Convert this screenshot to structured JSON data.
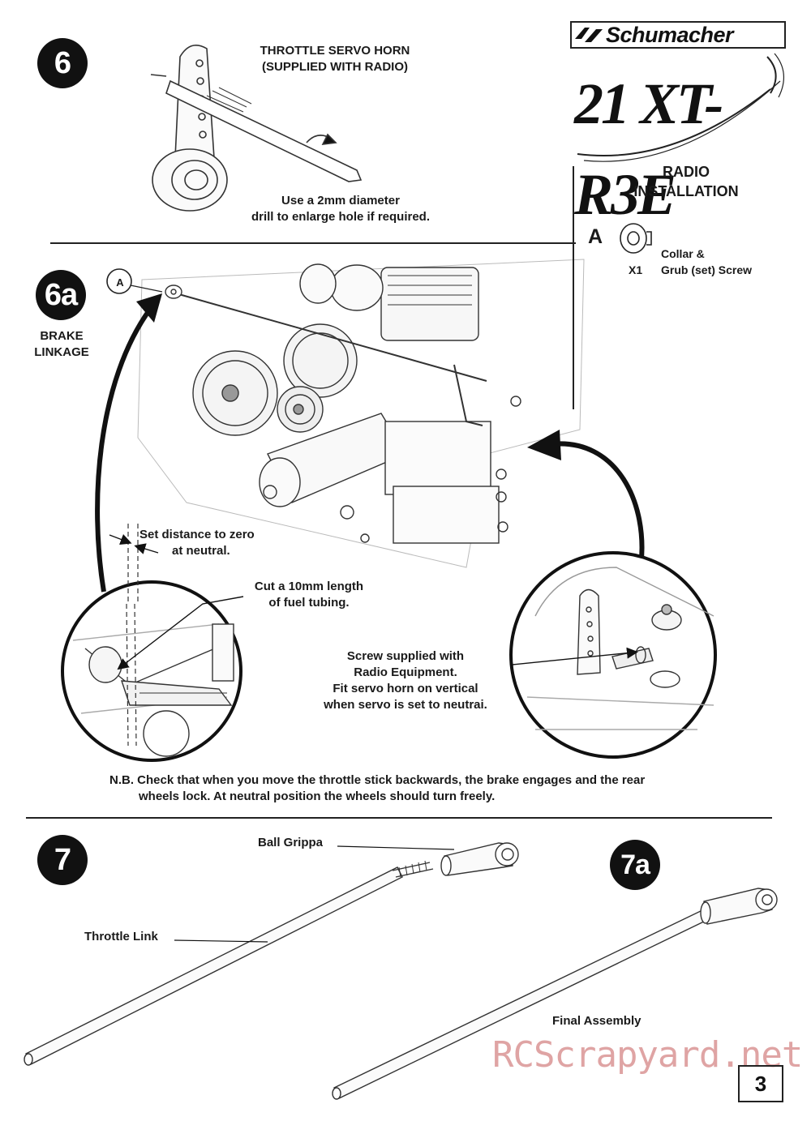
{
  "brand": {
    "name": "Schumacher",
    "model": "21 XT-R3E"
  },
  "header": {
    "section_title_line1": "RADIO",
    "section_title_line2": "INSTALLATION"
  },
  "parts": [
    {
      "key": "A",
      "qty": "X1",
      "name_line1": "Collar &",
      "name_line2": "Grub (set) Screw"
    }
  ],
  "step6": {
    "badge": "6",
    "label_line1": "THROTTLE SERVO HORN",
    "label_line2": "(SUPPLIED WITH RADIO)",
    "note_line1": "Use a 2mm diameter",
    "note_line2": "drill to enlarge hole if required."
  },
  "step6a": {
    "badge": "6a",
    "title_line1": "BRAKE",
    "title_line2": "LINKAGE",
    "callout_part": "A",
    "set_distance_line1": "Set distance to zero",
    "set_distance_line2": "at neutral.",
    "cut_line1": "Cut a 10mm length",
    "cut_line2": "of fuel tubing.",
    "screw_line1": "Screw supplied with",
    "screw_line2": "Radio Equipment.",
    "screw_line3": "Fit servo horn on vertical",
    "screw_line4": "when servo is set to neutrai.",
    "nb_line1": "N.B. Check that when you move the throttle stick backwards, the brake engages and the rear",
    "nb_line2": "wheels lock. At neutral position the wheels should turn freely."
  },
  "step7": {
    "badge": "7",
    "ball_grippa": "Ball Grippa",
    "throttle_link": "Throttle Link"
  },
  "step7a": {
    "badge": "7a",
    "final_assembly": "Final Assembly"
  },
  "page_number": "3",
  "watermark": "RCScrapyard.net"
}
